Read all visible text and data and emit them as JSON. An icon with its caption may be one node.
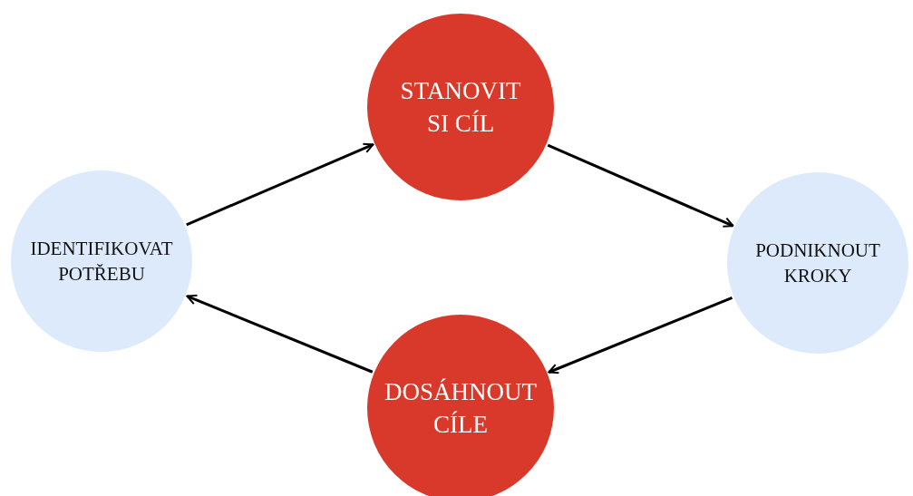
{
  "diagram": {
    "nodes": [
      {
        "text": [
          "IDENTIFIKOVAT POTŘEBU"
        ]
      },
      {
        "text": [
          "STANOVIT SI CÍL"
        ]
      },
      {
        "text": [
          "PODNIKNOUT KROKY"
        ]
      },
      {
        "text": [
          "DOSÁHNOUT CÍLE"
        ]
      }
    ],
    "edges": [
      {
        "from": 0,
        "to": 1,
        "arrow": "to"
      },
      {
        "from": 1,
        "to": 2,
        "arrow": "to"
      },
      {
        "from": 2,
        "to": 3,
        "arrow": "to"
      },
      {
        "from": 3,
        "to": 0,
        "arrow": "to"
      }
    ]
  }
}
